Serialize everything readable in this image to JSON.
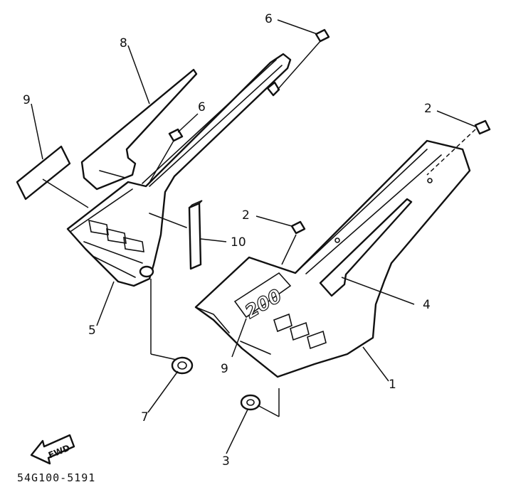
{
  "callouts": {
    "p1": "1",
    "p2a": "2",
    "p2b": "2",
    "p3": "3",
    "p4": "4",
    "p5": "5",
    "p6a": "6",
    "p6b": "6",
    "p7": "7",
    "p8": "8",
    "p9a": "9",
    "p9b": "9",
    "p10": "10"
  },
  "emblem_text": "200",
  "fwd_text": "FWD",
  "diagram_code": "54G100-5191"
}
